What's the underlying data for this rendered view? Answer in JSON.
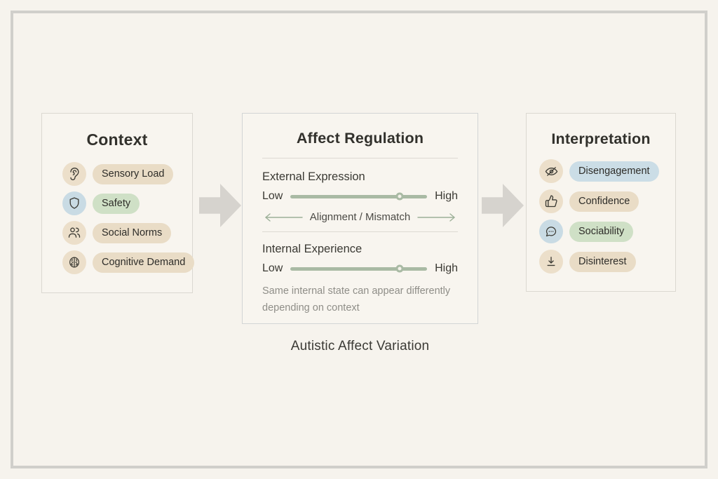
{
  "caption": "Autistic Affect Variation",
  "colors": {
    "background": "#f6f3ed",
    "panel_bg": "#f8f5ef",
    "frame_border": "#d0cfcb",
    "beige": "#e9dcc6",
    "green": "#cfe0c6",
    "blue": "#cbdde6",
    "icon_beige": "#ecdfca",
    "icon_blue": "#c9dbe4",
    "sage": "#a9baa4",
    "arrow_gray": "#d6d3ce"
  },
  "panels": {
    "context": {
      "title": "Context",
      "items": [
        {
          "label": "Sensory Load",
          "icon": "ear-icon",
          "icon_color": "icon_beige",
          "pill_color": "beige"
        },
        {
          "label": "Safety",
          "icon": "shield-icon",
          "icon_color": "icon_blue",
          "pill_color": "green"
        },
        {
          "label": "Social Norms",
          "icon": "users-icon",
          "icon_color": "icon_beige",
          "pill_color": "beige"
        },
        {
          "label": "Cognitive Demand",
          "icon": "brain-icon",
          "icon_color": "icon_beige",
          "pill_color": "beige"
        }
      ]
    },
    "affect_regulation": {
      "title": "Affect Regulation",
      "sections": [
        {
          "label": "External Expression",
          "low_label": "Low",
          "high_label": "High",
          "value_pct": 80
        },
        {
          "label": "Internal Experience",
          "low_label": "Low",
          "high_label": "High",
          "value_pct": 80
        }
      ],
      "alignment_label": "Alignment / Mismatch",
      "note_lines": [
        "Same internal state can appear differently",
        "depending on context"
      ]
    },
    "interpretation": {
      "title": "Interpretation",
      "items": [
        {
          "label": "Disengagement",
          "icon": "eye-off-icon",
          "icon_color": "icon_beige",
          "pill_color": "blue"
        },
        {
          "label": "Confidence",
          "icon": "thumbs-up-icon",
          "icon_color": "icon_beige",
          "pill_color": "beige"
        },
        {
          "label": "Sociability",
          "icon": "speech-bubble-icon",
          "icon_color": "icon_blue",
          "pill_color": "green"
        },
        {
          "label": "Disinterest",
          "icon": "download-icon",
          "icon_color": "icon_beige",
          "pill_color": "beige"
        }
      ]
    }
  }
}
